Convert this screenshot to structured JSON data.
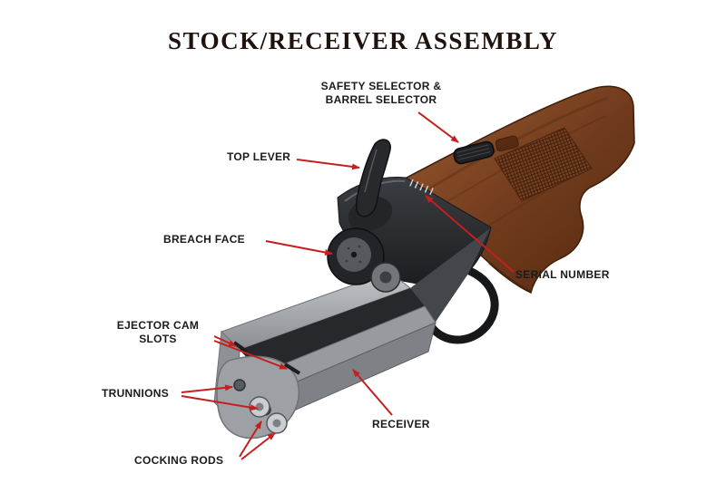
{
  "title": "STOCK/RECEIVER ASSEMBLY",
  "labels": {
    "safety": {
      "line1": "SAFETY SELECTOR &",
      "line2": "BARREL SELECTOR"
    },
    "top_lever": "TOP LEVER",
    "breach_face": "BREACH FACE",
    "serial_number": "SERIAL NUMBER",
    "ejector_cam_slots": {
      "line1": "EJECTOR CAM",
      "line2": "SLOTS"
    },
    "trunnions": "TRUNNIONS",
    "receiver": "RECEIVER",
    "cocking_rods": "COCKING RODS"
  },
  "colors": {
    "arrow": "#c41f1f",
    "label_text": "#1b1b1b",
    "title_text": "#20130e",
    "wood": "#6f3a1c",
    "metal_dark": "#2a2c2f",
    "steel_light": "#a8acb0"
  }
}
